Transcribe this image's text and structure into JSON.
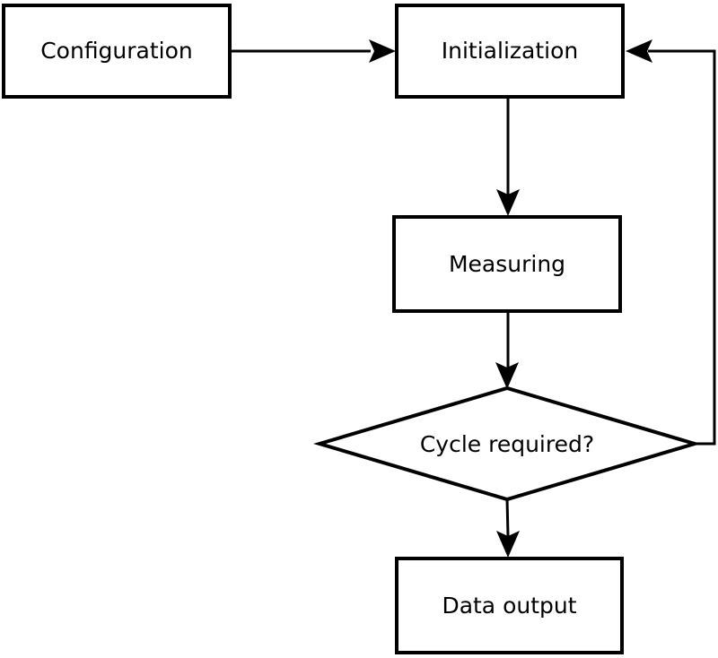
{
  "diagram": {
    "type": "flowchart",
    "background_color": "#ffffff",
    "line_color": "#000000",
    "text_color": "#000000",
    "shape_fill": "#ffffff",
    "nodes": [
      {
        "id": "configuration",
        "label": "Configuration",
        "shape": "rectangle"
      },
      {
        "id": "initialization",
        "label": "Initialization",
        "shape": "rectangle"
      },
      {
        "id": "measuring",
        "label": "Measuring",
        "shape": "rectangle"
      },
      {
        "id": "cycle-required",
        "label": "Cycle required?",
        "shape": "diamond"
      },
      {
        "id": "data-output",
        "label": "Data output",
        "shape": "rectangle"
      }
    ],
    "edges": [
      {
        "from": "configuration",
        "to": "initialization",
        "style": "arrow-right"
      },
      {
        "from": "initialization",
        "to": "measuring",
        "style": "arrow-down"
      },
      {
        "from": "measuring",
        "to": "cycle-required",
        "style": "arrow-down"
      },
      {
        "from": "cycle-required",
        "to": "data-output",
        "style": "arrow-down"
      },
      {
        "from": "cycle-required",
        "to": "initialization",
        "style": "feedback-loop-right-up-left"
      }
    ]
  }
}
